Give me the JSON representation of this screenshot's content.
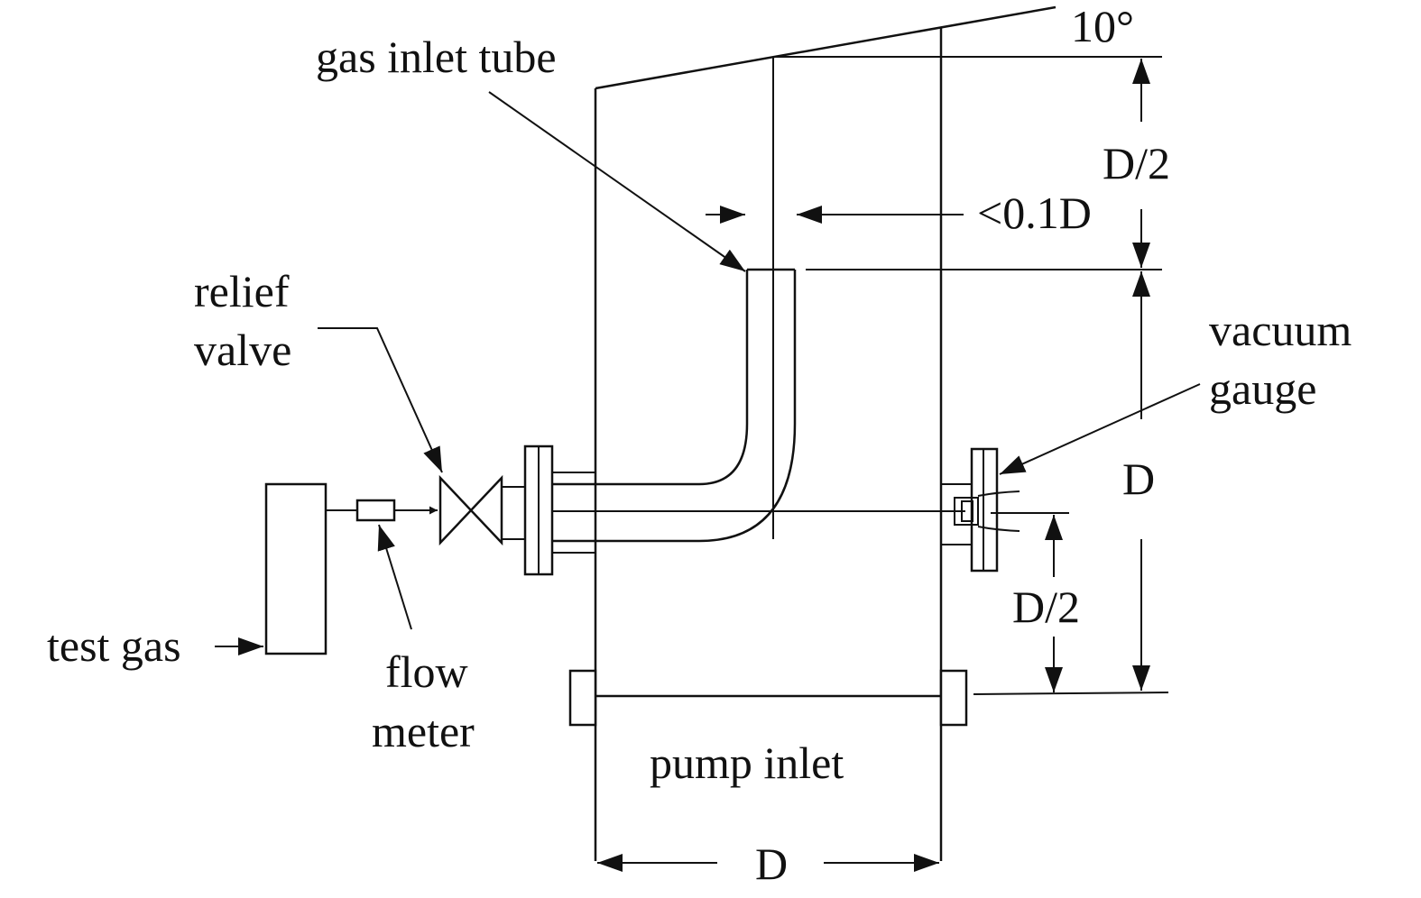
{
  "labels": {
    "angle": "10°",
    "gas_inlet_tube": "gas inlet tube",
    "dim_top_half": "D/2",
    "dim_gap": "<0.1D",
    "relief_line1": "relief",
    "relief_line2": "valve",
    "vacuum_line1": "vacuum",
    "vacuum_line2": "gauge",
    "dim_right_D": "D",
    "dim_gauge_half": "D/2",
    "test_gas": "test gas",
    "flow_line1": "flow",
    "flow_line2": "meter",
    "pump_inlet": "pump inlet",
    "dim_bottom_D": "D"
  }
}
